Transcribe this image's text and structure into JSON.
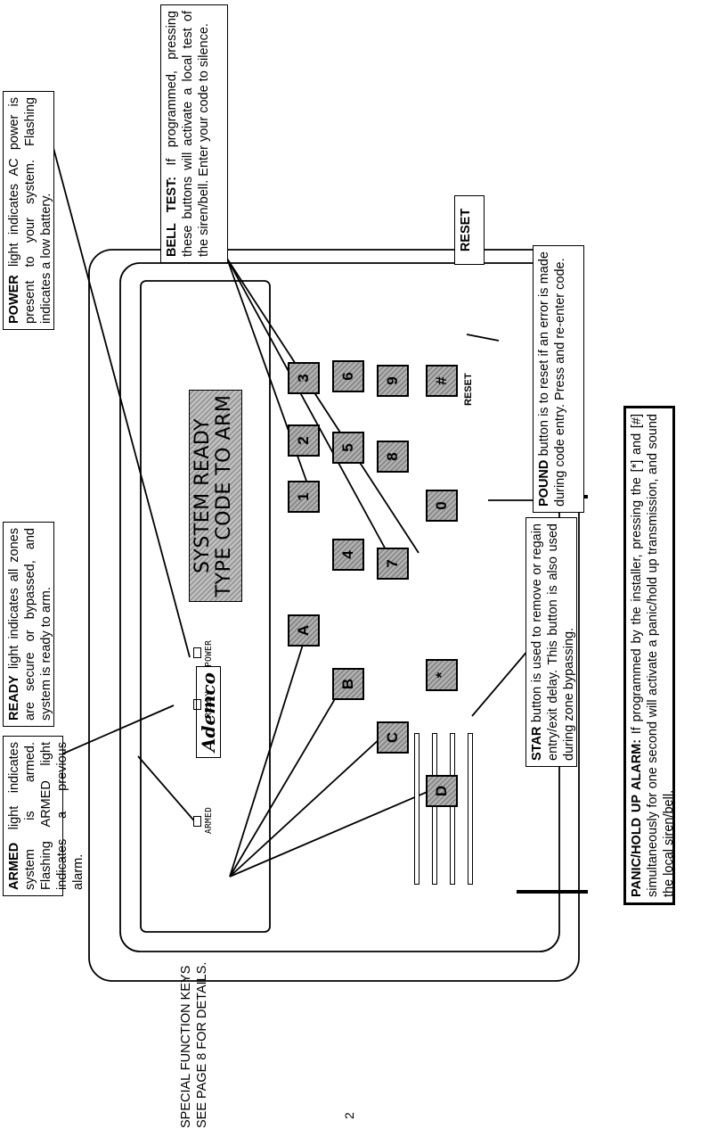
{
  "callouts": {
    "armed": {
      "title": "ARMED",
      "text": " light indicates system is armed.  Flashing ARMED light indicates a previous alarm."
    },
    "ready": {
      "title": "READY",
      "text": " light indicates all zones are secure or bypassed, and system is ready to arm."
    },
    "power": {
      "title": "POWER",
      "text": " light indicates AC power is present to your system. Flashing indicates a low battery."
    },
    "bell": {
      "title": "BELL TEST:",
      "text": " If programmed, pressing these buttons will activate a local test of the siren/bell. Enter your code to silence."
    },
    "reset": {
      "title": "RESET"
    },
    "pound": {
      "title": "POUND",
      "text": " button is to reset if an error is made during code entry.  Press and re-enter code."
    },
    "star": {
      "title": "STAR",
      "text": " button is used to remove or regain entry/exit delay. This button is also used during zone bypassing."
    },
    "panic": {
      "title": "PANIC/HOLD UP ALARM:",
      "text": " If programmed by the installer, pressing the [*] and [#] simultaneously for one second will activate a panic/hold up transmission, and sound the local siren/bell."
    },
    "special": {
      "line1": "SPECIAL FUNCTION KEYS",
      "line2": "SEE PAGE 8 FOR DETAILS."
    }
  },
  "keypad": {
    "display_line1": "SYSTEM READY",
    "display_line2": "TYPE CODE TO ARM",
    "leds": {
      "armed": "ARMED",
      "ready": "READY",
      "power": "POWER"
    },
    "logo": "Ademco",
    "reset_label": "RESET",
    "keys": {
      "row1": [
        "A",
        "1",
        "2",
        "3"
      ],
      "row2": [
        "B",
        "4",
        "5",
        "6"
      ],
      "row3": [
        "C",
        "7",
        "8",
        "9"
      ],
      "row4": [
        "D",
        "*",
        "0",
        "#"
      ]
    }
  },
  "page_number": "2"
}
